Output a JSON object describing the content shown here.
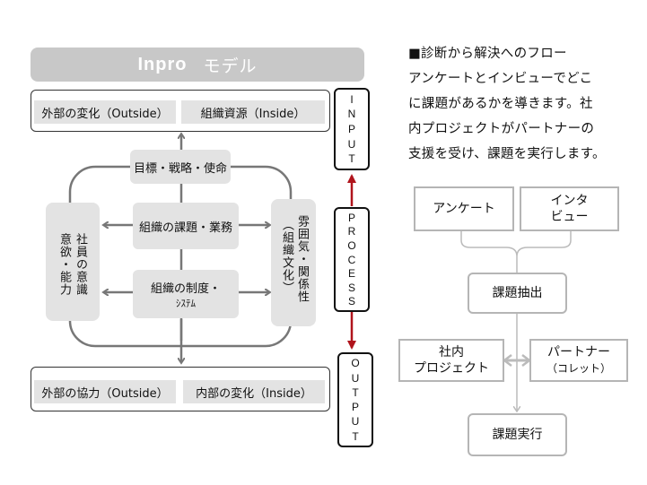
{
  "model": {
    "title": "Inpro",
    "subtitle": "モデル",
    "top_left_chip": "外部の変化（Outside）",
    "top_right_chip": "組織資源（Inside）",
    "goals": "目標・戦略・使命",
    "issues": "組織の課題・業務",
    "system_line1": "組織の制度・",
    "system_line2": "ｼｽﾃﾑ",
    "left_line1": "社員の意識",
    "left_line2": "意欲・能力",
    "right_line1": "雰囲気・関係性",
    "right_line2": "（組織文化）",
    "bottom_left_chip": "外部の協力（Outside）",
    "bottom_right_chip": "内部の変化（Inside）"
  },
  "io": {
    "input": "INPUT",
    "process": "PROCESS",
    "output": "OUTPUT"
  },
  "description": {
    "line1": "■診断から解決へのフロー",
    "line2": "アンケートとインビューでどこ",
    "line3": "に課題があるかを導きます。社",
    "line4": "内プロジェクトがパートナーの",
    "line5": "支援を受け、課題を実行します。"
  },
  "flow": {
    "survey": "アンケート",
    "interview_line1": "インタ",
    "interview_line2": "ビュー",
    "extract": "課題抽出",
    "project_line1": "社内",
    "project_line2": "プロジェクト",
    "partner_line1": "パートナー",
    "partner_line2": "（コレット）",
    "execute": "課題実行"
  },
  "colors": {
    "accent_arrow": "#b0141c",
    "gray_box": "#e3e3e3",
    "title_bar": "#c8c8c8",
    "flow_border": "#b5b5b5"
  }
}
